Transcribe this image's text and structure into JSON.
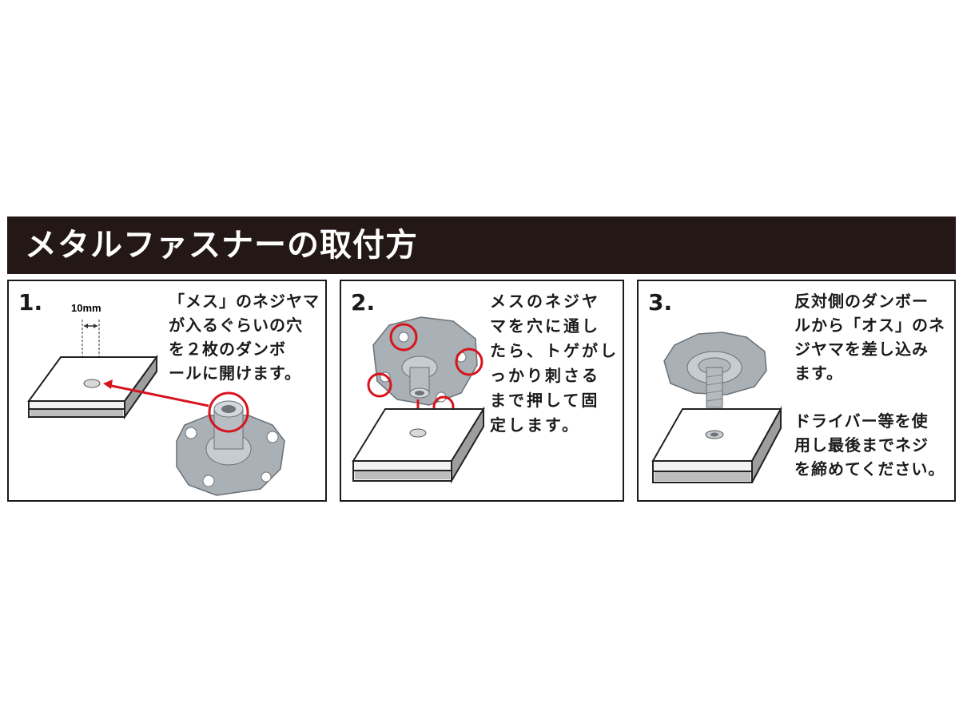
{
  "header": {
    "title": "メタルファスナーの取付方"
  },
  "steps": [
    {
      "number": "1.",
      "dimension": "10mm",
      "text": "「メス」のネジヤマ\nが入るぐらいの穴\nを２枚のダンボ\nールに開けます。"
    },
    {
      "number": "2.",
      "text": "メスのネジヤ\nマを穴に通し\nたら、トゲがし\nっかり刺さる\nまで押して固\n定します。"
    },
    {
      "number": "3.",
      "text": "反対側のダンボー\nルから「オス」のネ\nジヤマを差し込み\nます。\n\nドライバー等を使\n用し最後までネジ\nを締めてください。"
    }
  ],
  "colors": {
    "header_bg": "#231815",
    "accent_red": "#d7141e",
    "metal": "#a9b0b6"
  }
}
